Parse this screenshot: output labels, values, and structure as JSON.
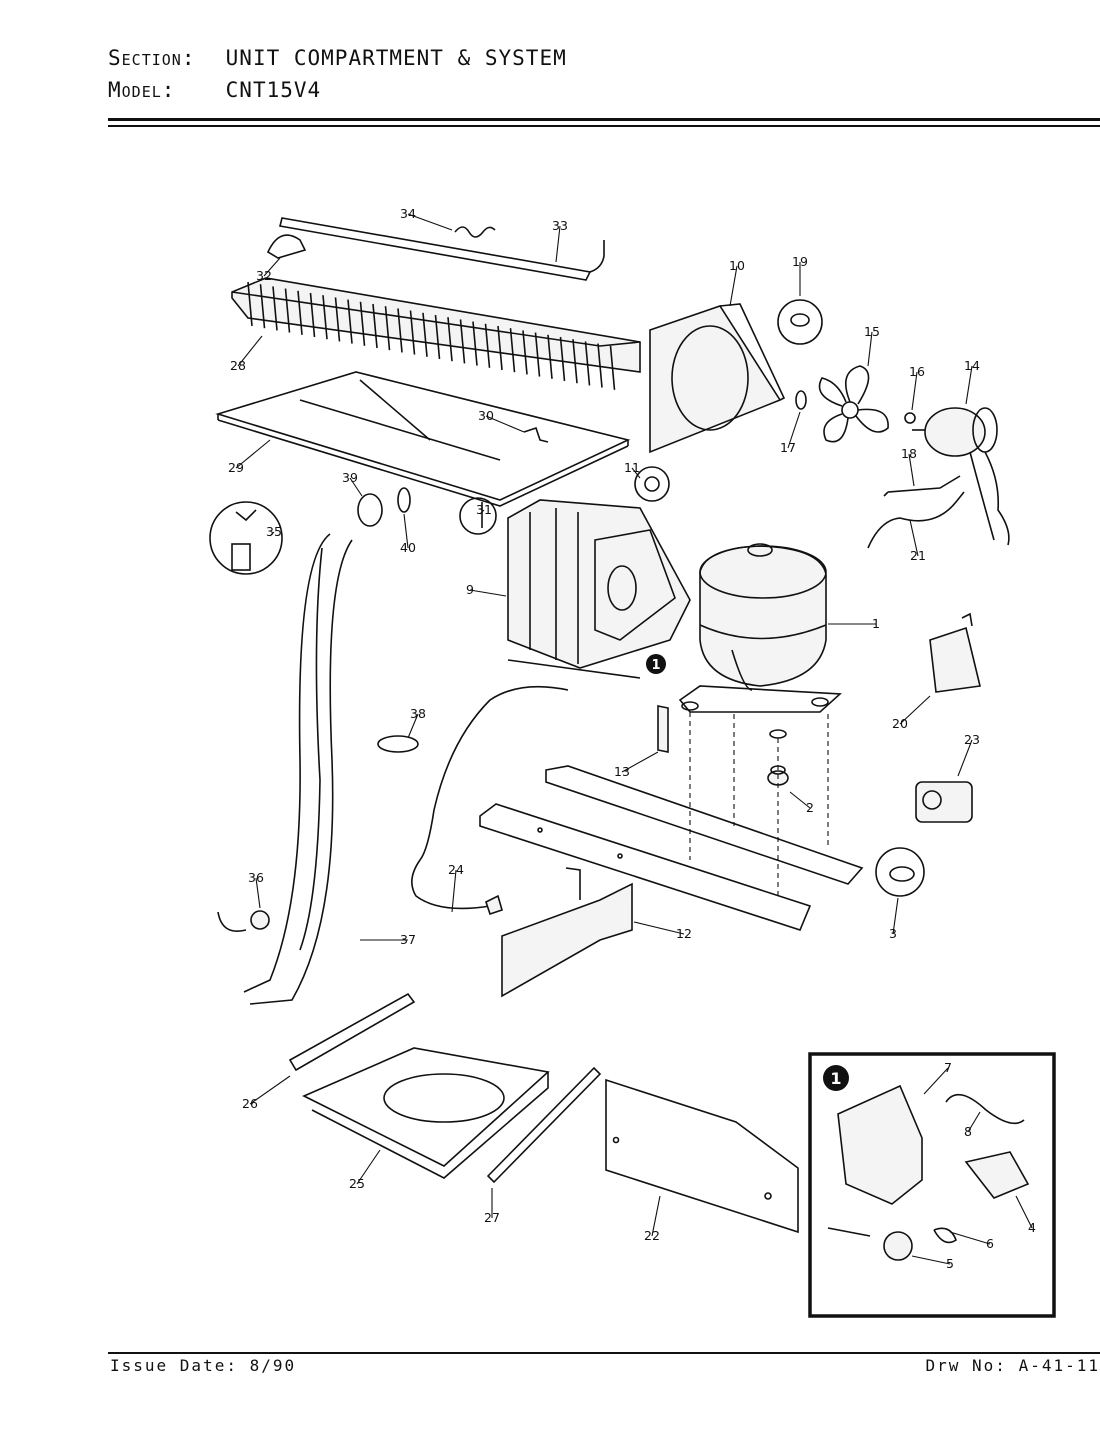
{
  "header": {
    "section_label": "Section:",
    "section_value": "UNIT COMPARTMENT & SYSTEM",
    "model_label": "Model:",
    "model_value": "CNT15V4"
  },
  "callouts": [
    "1",
    "2",
    "3",
    "4",
    "5",
    "6",
    "7",
    "8",
    "9",
    "10",
    "11",
    "12",
    "13",
    "14",
    "15",
    "16",
    "17",
    "18",
    "19",
    "20",
    "21",
    "22",
    "23",
    "24",
    "25",
    "26",
    "27",
    "28",
    "29",
    "30",
    "31",
    "32",
    "33",
    "34",
    "35",
    "36",
    "37",
    "38",
    "39",
    "40"
  ],
  "inset_marker": "1",
  "footer": {
    "issue_date": "Issue Date: 8/90",
    "drawing_no": "Drw No: A-41-11"
  }
}
